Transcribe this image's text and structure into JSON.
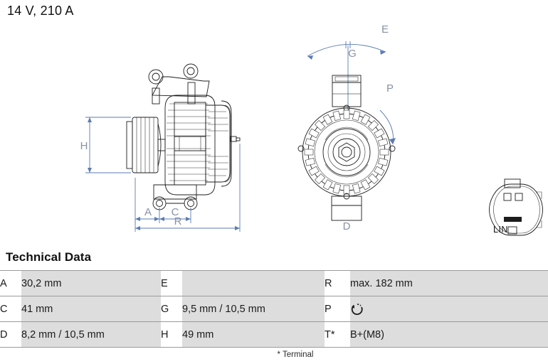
{
  "title": "14 V, 210 A",
  "tech": {
    "heading": "Technical Data",
    "footnote": "* Terminal",
    "rows": [
      {
        "c1_key": "A",
        "c1_val": "30,2 mm",
        "c2_key": "E",
        "c2_val": "",
        "c3_key": "R",
        "c3_val": "max. 182 mm"
      },
      {
        "c1_key": "C",
        "c1_val": "41 mm",
        "c2_key": "G",
        "c2_val": "9,5 mm / 10,5 mm",
        "c3_key": "P",
        "c3_val": ""
      },
      {
        "c1_key": "D",
        "c1_val": "8,2 mm / 10,5 mm",
        "c2_key": "H",
        "c2_val": "49 mm",
        "c3_key": "T*",
        "c3_val": "B+(M8)"
      }
    ]
  },
  "connector": {
    "label": "LIN"
  },
  "drawing_labels": {
    "side_view": {
      "h": "H",
      "a": "A",
      "c": "C",
      "r": "R"
    },
    "front_view": {
      "e": "E",
      "g": "G",
      "p": "P",
      "d": "D"
    }
  },
  "colors": {
    "dimension_blue": "#5b7bb4",
    "dimension_text": "#8792a6",
    "table_value_bg": "#dddddd",
    "table_border": "#9a9a9a",
    "line_black": "#1d1d1d"
  }
}
